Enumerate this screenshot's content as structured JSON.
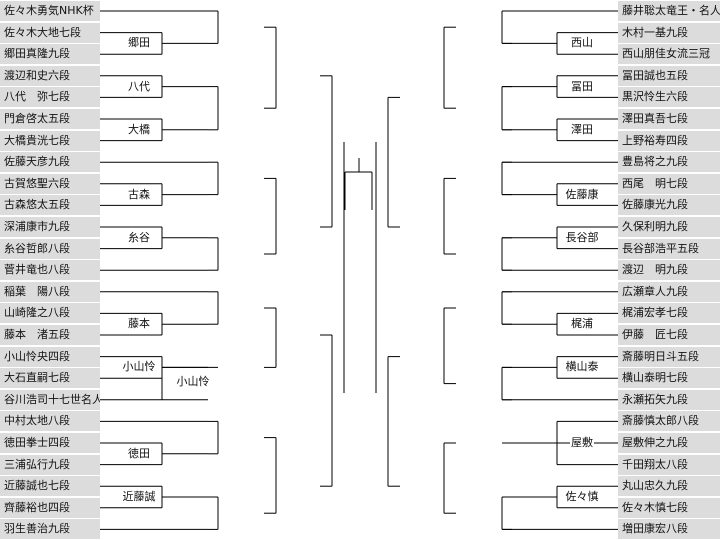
{
  "left_players": [
    "佐々木勇気NHK杯",
    "佐々木大地七段",
    "郷田真隆九段",
    "渡辺和史六段",
    "八代　弥七段",
    "門倉啓太五段",
    "大橋貴洸七段",
    "佐藤天彦九段",
    "古賀悠聖六段",
    "古森悠太五段",
    "深浦康市九段",
    "糸谷哲郎八段",
    "菅井竜也八段",
    "稲葉　陽八段",
    "山崎隆之八段",
    "藤本　渚五段",
    "小山怜央四段",
    "大石直嗣七段",
    "谷川浩司十七世名人",
    "中村太地八段",
    "徳田拳士四段",
    "三浦弘行九段",
    "近藤誠也七段",
    "齊藤裕也四段",
    "羽生善治九段"
  ],
  "right_players": [
    "藤井聡太竜王・名人",
    "木村一基九段",
    "西山朋佳女流三冠",
    "冨田誠也五段",
    "黒沢怜生六段",
    "澤田真吾七段",
    "上野裕寿四段",
    "豊島将之九段",
    "西尾　明七段",
    "佐藤康光九段",
    "久保利明九段",
    "長谷部浩平五段",
    "渡辺　明九段",
    "広瀬章人九段",
    "梶浦宏孝七段",
    "伊藤　匠七段",
    "斎藤明日斗五段",
    "横山泰明七段",
    "永瀬拓矢九段",
    "斎藤慎太郎八段",
    "屋敷伸之九段",
    "千田翔太八段",
    "丸山忠久九段",
    "佐々木慎七段",
    "増田康宏八段"
  ],
  "left_winners": [
    {
      "name": "郷田",
      "round": 1
    },
    {
      "name": "八代",
      "round": 1
    },
    {
      "name": "大橋",
      "round": 1
    },
    {
      "name": "古森",
      "round": 1
    },
    {
      "name": "糸谷",
      "round": 1
    },
    {
      "name": "藤本",
      "round": 1
    },
    {
      "name": "小山怜",
      "round": 1
    },
    {
      "name": "徳田",
      "round": 1
    },
    {
      "name": "近藤誠",
      "round": 1
    },
    {
      "name": "小山怜",
      "round": 2
    }
  ],
  "right_winners": [
    {
      "name": "西山",
      "round": 1
    },
    {
      "name": "冨田",
      "round": 1
    },
    {
      "name": "澤田",
      "round": 1
    },
    {
      "name": "佐藤康",
      "round": 1
    },
    {
      "name": "長谷部",
      "round": 1
    },
    {
      "name": "梶浦",
      "round": 1
    },
    {
      "name": "横山泰",
      "round": 1
    },
    {
      "name": "屋敷",
      "round": 1
    },
    {
      "name": "佐々慎",
      "round": 1
    }
  ]
}
